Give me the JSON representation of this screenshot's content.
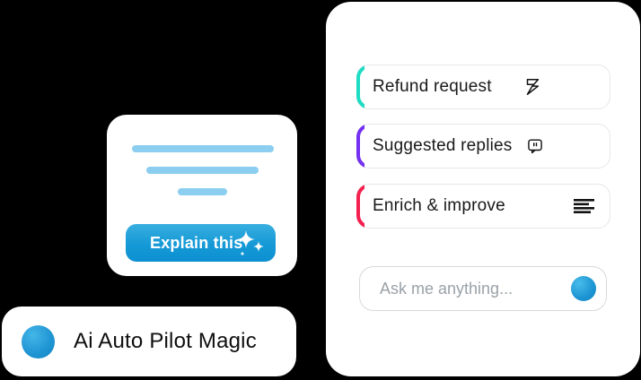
{
  "colors": {
    "background": "#000000",
    "primary_blue": "#1598d6",
    "skeleton_line": "#8bceef"
  },
  "preview_card": {
    "explain_button": {
      "label": "Explain this",
      "icon": "sparkles-icon",
      "gradient_top": "#38aee0",
      "gradient_bottom": "#0c90d1"
    }
  },
  "brand_bar": {
    "icon": "blue-dot-icon",
    "label": "Ai Auto Pilot Magic"
  },
  "ai_panel": {
    "actions": [
      {
        "label": "Refund request",
        "icon": "zap-icon",
        "accent_color": "#1edcc4"
      },
      {
        "label": "Suggested replies",
        "icon": "chat-bubble-icon",
        "accent_color": "#7430f0"
      },
      {
        "label": "Enrich & improve",
        "icon": "align-left-icon",
        "accent_color": "#f42050"
      }
    ],
    "ask_input": {
      "placeholder": "Ask me anything...",
      "send_icon": "blue-circle-send-button"
    }
  }
}
